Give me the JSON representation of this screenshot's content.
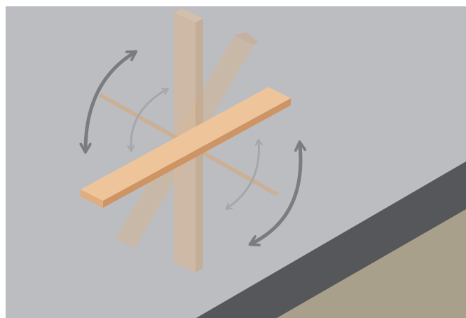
{
  "scene": {
    "kind": "rotating-plank-illustration",
    "plank_positions": [
      "vertical",
      "diagonal",
      "cross-diagonal",
      "horizontal"
    ],
    "rotation_arrows": [
      "outer-left",
      "inner-left",
      "inner-right",
      "outer-right"
    ],
    "colors": {
      "wall": "#bcbdc0",
      "wall_edge": "#ffffff",
      "floor_band": "#55575a",
      "floor": "#a8a08a",
      "plank_top": "#eec59b",
      "plank_side": "#cf9464",
      "plank_end": "#e0ad7e",
      "arrow_dark": "#7b7c7f",
      "arrow_light": "#a6a7aa"
    }
  }
}
